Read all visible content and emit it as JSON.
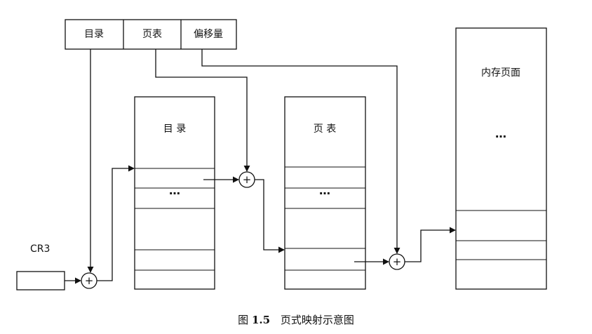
{
  "address_fields": [
    "目录",
    "页表",
    "偏移量"
  ],
  "cr3_label": "CR3",
  "directory_title": "目 录",
  "page_table_title": "页 表",
  "memory_page_title": "内存页面",
  "ellipsis": "…",
  "adder_symbol": "+",
  "caption": {
    "label": "图",
    "number": "1.5",
    "title": "页式映射示意图"
  }
}
